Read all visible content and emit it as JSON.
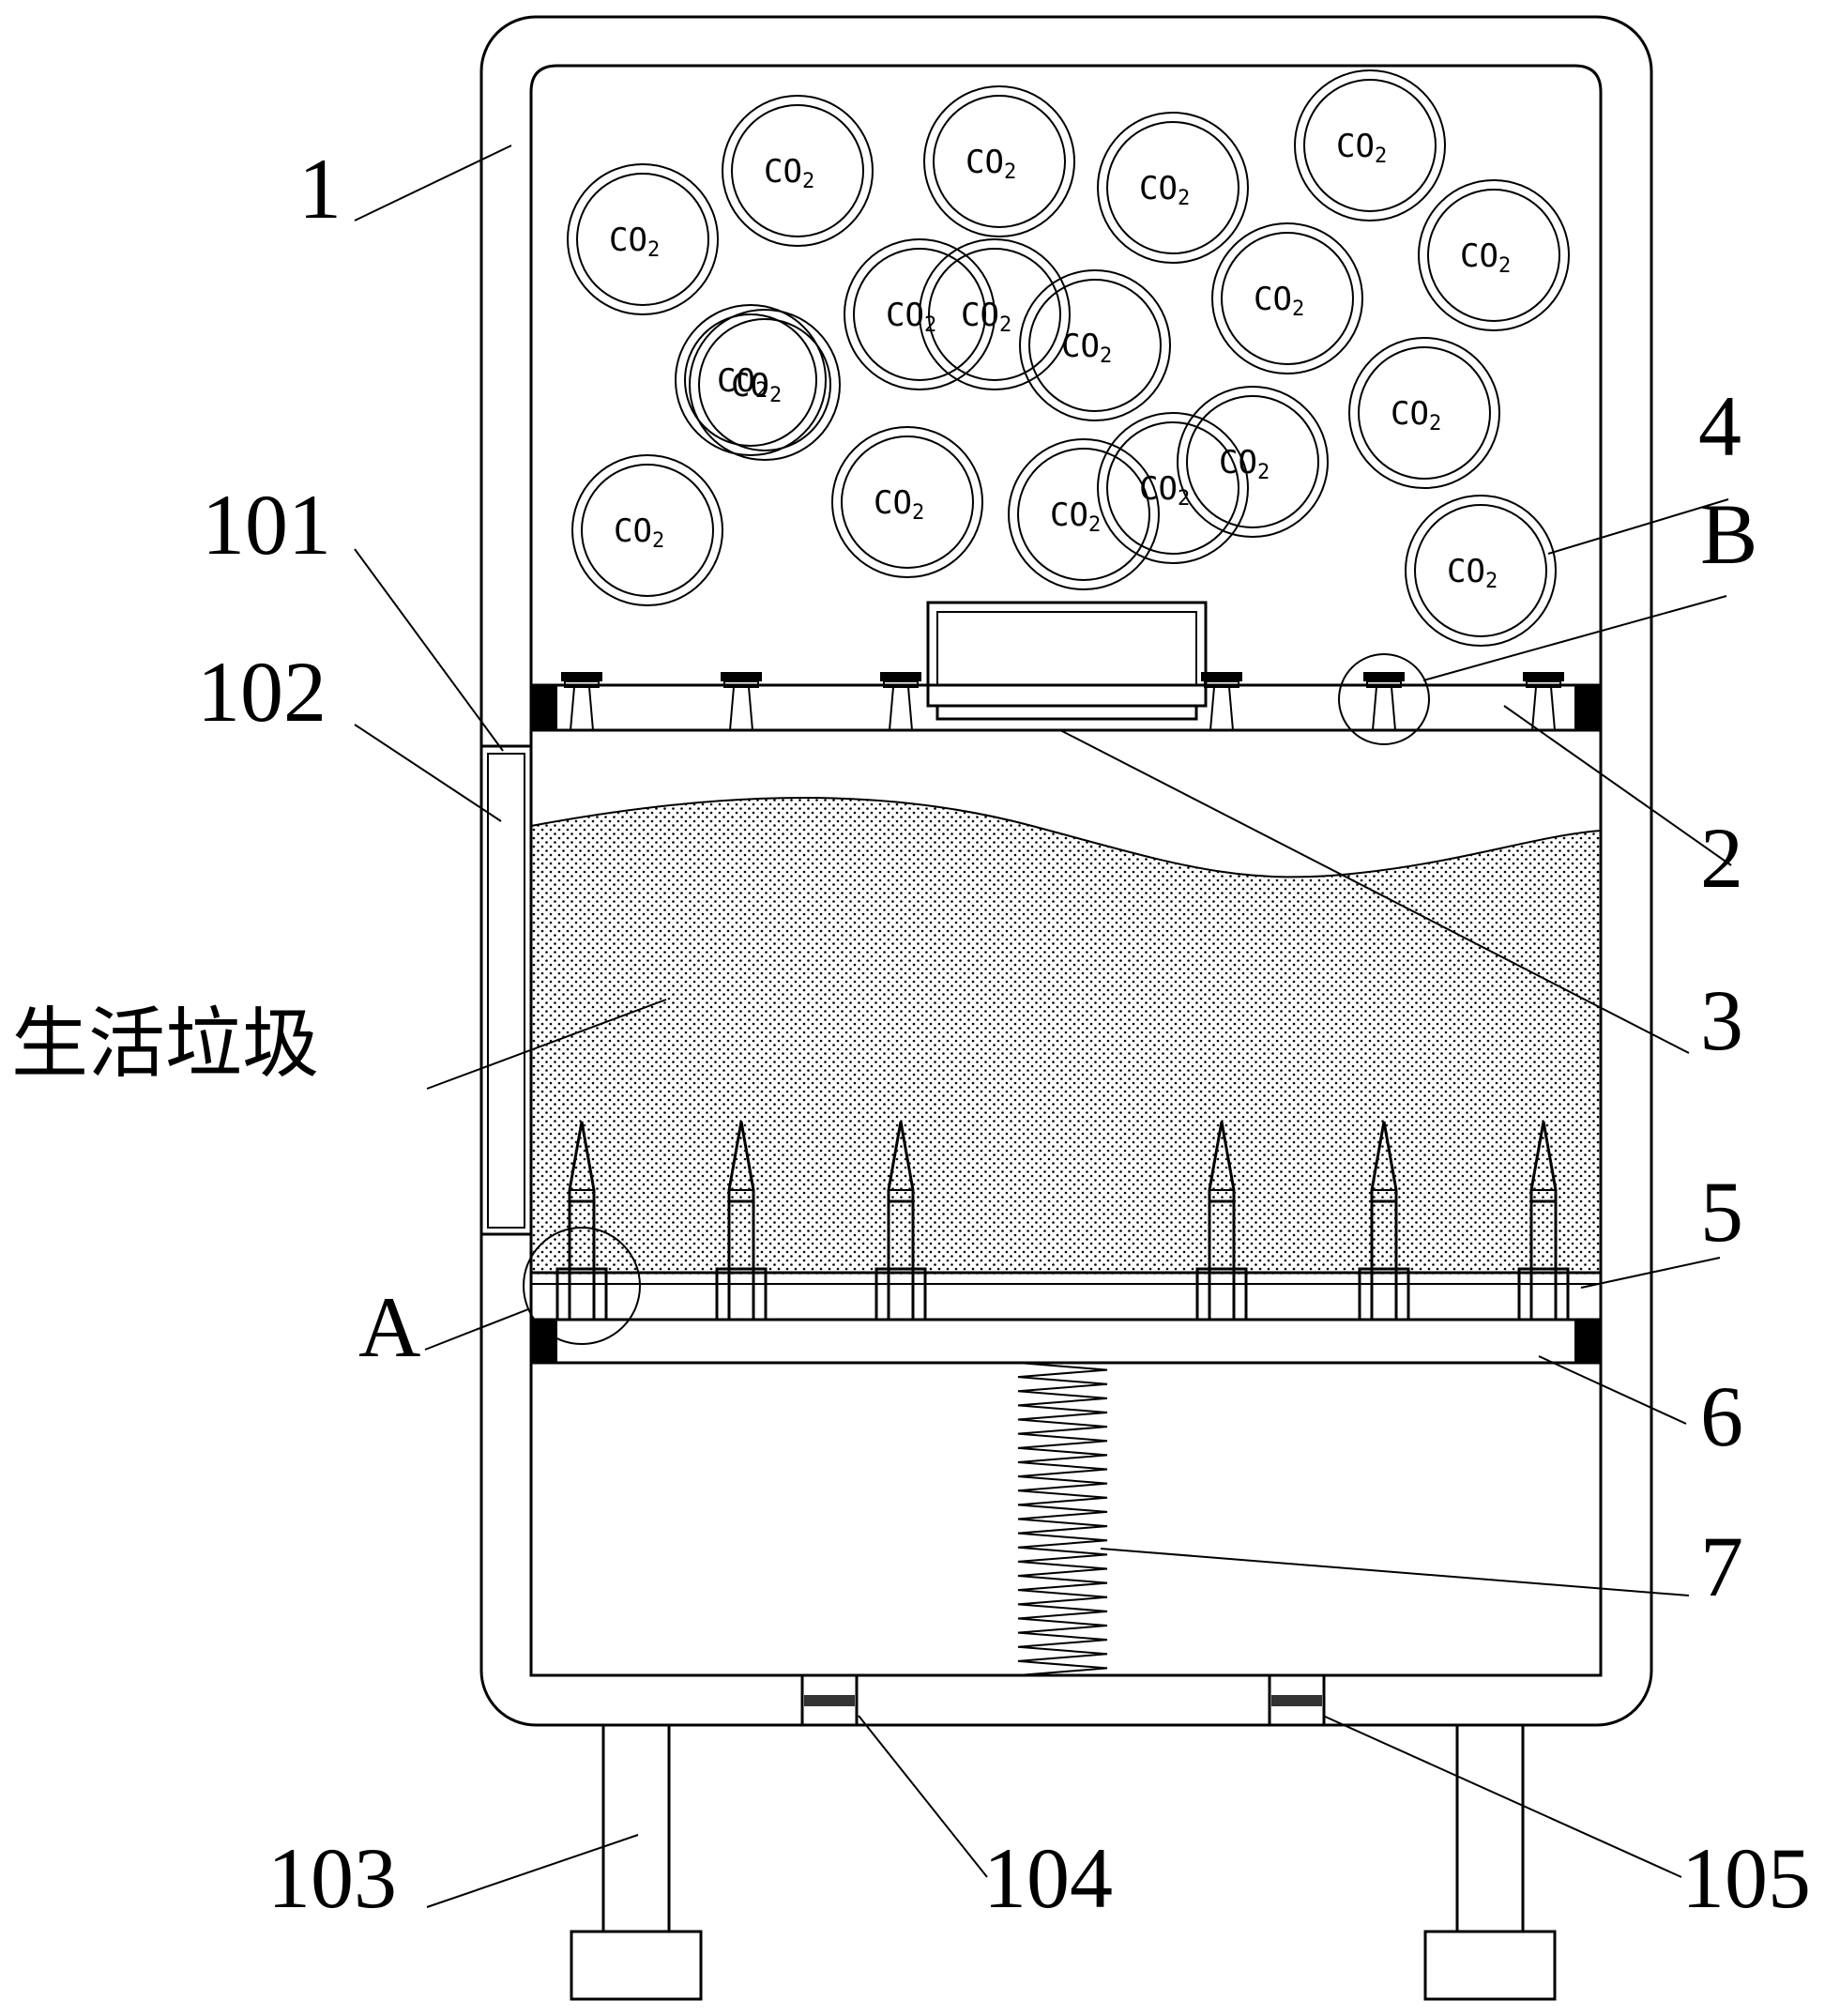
{
  "figure": {
    "labels": {
      "l1": "1",
      "l101": "101",
      "l102": "102",
      "l103": "103",
      "l104": "104",
      "l105": "105",
      "l2": "2",
      "l3": "3",
      "l4": "4",
      "l5": "5",
      "l6": "6",
      "l7": "7",
      "lA": "A",
      "lB": "B",
      "garbage": "生活垃圾"
    },
    "bubble_text": "CO",
    "bubble_sub": "2",
    "bubble_count": 19
  }
}
